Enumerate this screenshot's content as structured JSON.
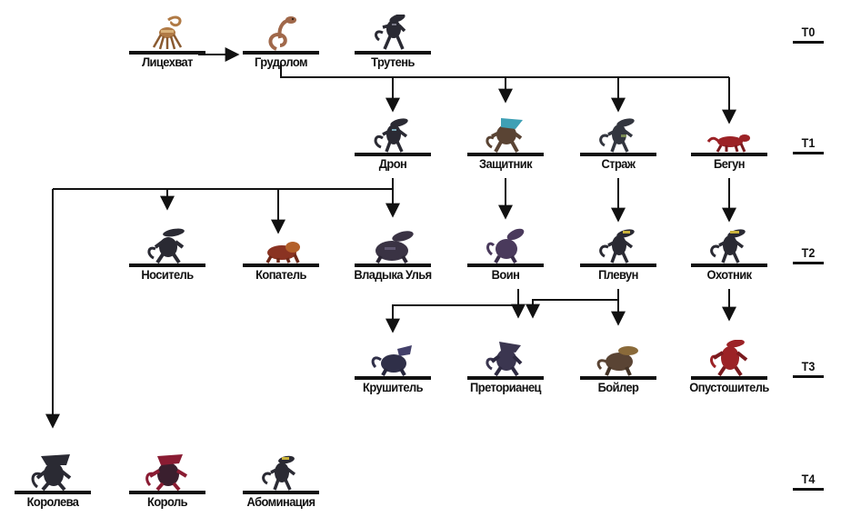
{
  "colors": {
    "line": "#111111",
    "dark_xeno": "#2a2a33",
    "purple_xeno": "#4a3a5c",
    "violet_xeno": "#43406a",
    "brown_xeno": "#5a4434",
    "red_xeno": "#9c2226",
    "crimson_xeno": "#8a1c33",
    "orange_xeno": "#b3602a",
    "tan_facehugger": "#b07a45",
    "tan_chestburster": "#a0684a",
    "cyan_accent": "#3fa0b5",
    "yellow_accent": "#c9b23a"
  },
  "tiers": [
    "T0",
    "T1",
    "T2",
    "T3",
    "T4"
  ],
  "castes": {
    "facehugger": {
      "label": "Лицехват",
      "icon": "facehugger-sprite-icon"
    },
    "chestburster": {
      "label": "Грудолом",
      "icon": "chestburster-sprite-icon"
    },
    "drone_t0": {
      "label": "Трутень",
      "icon": "drone-xeno-sprite-icon"
    },
    "drone": {
      "label": "Дрон",
      "icon": "drone-xeno-sprite-icon"
    },
    "defender": {
      "label": "Защитник",
      "icon": "defender-xeno-sprite-icon"
    },
    "sentinel": {
      "label": "Страж",
      "icon": "sentinel-xeno-sprite-icon"
    },
    "runner": {
      "label": "Бегун",
      "icon": "runner-xeno-sprite-icon"
    },
    "carrier": {
      "label": "Носитель",
      "icon": "carrier-xeno-sprite-icon"
    },
    "burrower": {
      "label": "Копатель",
      "icon": "burrower-xeno-sprite-icon"
    },
    "hivelord": {
      "label": "Владыка Улья",
      "icon": "hivelord-xeno-sprite-icon"
    },
    "warrior": {
      "label": "Воин",
      "icon": "warrior-xeno-sprite-icon"
    },
    "spitter": {
      "label": "Плевун",
      "icon": "spitter-xeno-sprite-icon"
    },
    "lurker": {
      "label": "Охотник",
      "icon": "lurker-xeno-sprite-icon"
    },
    "crusher": {
      "label": "Крушитель",
      "icon": "crusher-xeno-sprite-icon"
    },
    "praetorian": {
      "label": "Преторианец",
      "icon": "praetorian-xeno-sprite-icon"
    },
    "boiler": {
      "label": "Бойлер",
      "icon": "boiler-xeno-sprite-icon"
    },
    "ravager": {
      "label": "Опустошитель",
      "icon": "ravager-xeno-sprite-icon"
    },
    "queen": {
      "label": "Королева",
      "icon": "queen-xeno-sprite-icon"
    },
    "king": {
      "label": "Король",
      "icon": "king-xeno-sprite-icon"
    },
    "abomination": {
      "label": "Абоминация",
      "icon": "abomination-xeno-sprite-icon"
    }
  }
}
